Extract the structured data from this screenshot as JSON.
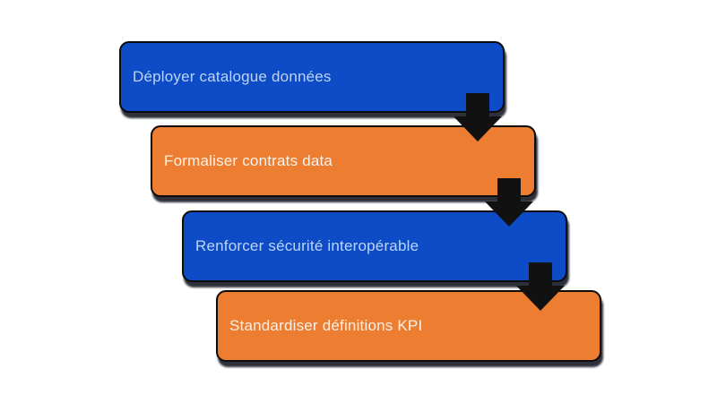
{
  "diagram": {
    "type": "step-cascade-flow",
    "background_color": "#ffffff",
    "outline_color": "#0b0b0b",
    "shadow_color": "#0a0f1c",
    "arrow_color": "#111111",
    "arrow_icon": "arrow-down-icon",
    "steps": [
      {
        "label": "Déployer catalogue données",
        "fill_color": "#0d4bc7",
        "text_color": "#bcd5f7"
      },
      {
        "label": "Formaliser contrats data",
        "fill_color": "#ed7d31",
        "text_color": "#f7f1e8"
      },
      {
        "label": "Renforcer sécurité interopérable",
        "fill_color": "#0d4bc7",
        "text_color": "#bcd5f7"
      },
      {
        "label": "Standardiser définitions KPI",
        "fill_color": "#ed7d31",
        "text_color": "#f7f1e8"
      }
    ]
  }
}
